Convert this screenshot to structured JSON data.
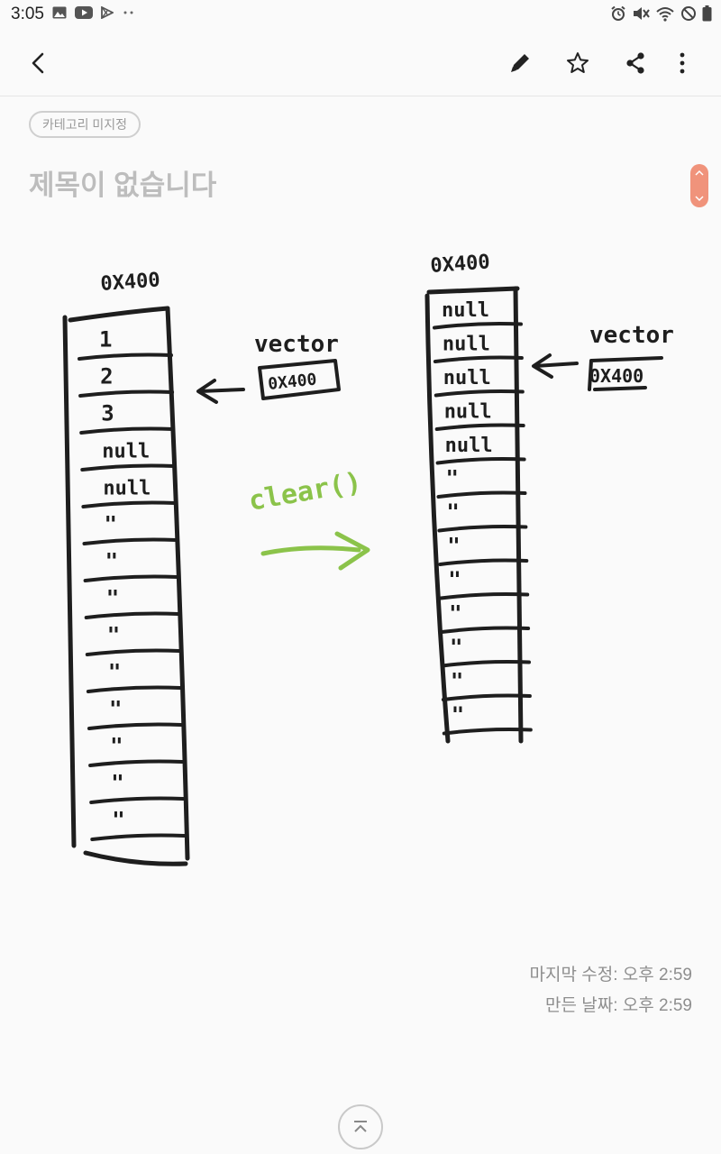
{
  "status_bar": {
    "time": "3:05",
    "left_icons": [
      "image-icon",
      "youtube-icon",
      "play-store-icon",
      "more-dots-icon"
    ],
    "right_icons": [
      "alarm-icon",
      "mute-icon",
      "wifi-icon",
      "do-not-disturb-icon",
      "battery-icon"
    ]
  },
  "toolbar": {
    "back_icon": "chevron-left-icon",
    "actions": [
      "pencil-icon",
      "star-icon",
      "share-icon",
      "more-vertical-icon"
    ]
  },
  "note": {
    "category": "카테고리 미지정",
    "title": "제목이 없습니다"
  },
  "drawing": {
    "left_array": {
      "address": "0X400",
      "cells": [
        "1",
        "2",
        "3",
        "null",
        "null",
        "\"",
        "\"",
        "\"",
        "\"",
        "\"",
        "\"",
        "\"",
        "\"",
        "\""
      ]
    },
    "left_pointer": {
      "label": "vector",
      "value": "0X400"
    },
    "operation": "clear()",
    "right_array": {
      "address": "0X400",
      "cells": [
        "null",
        "null",
        "null",
        "null",
        "null",
        "\"",
        "\"",
        "\"",
        "\"",
        "\"",
        "\"",
        "\"",
        "\""
      ]
    },
    "right_pointer": {
      "label": "vector",
      "value": "0X400"
    },
    "colors": {
      "ink": "#1e1e1e",
      "operation": "#8bc34a"
    }
  },
  "footer": {
    "modified": "마지막 수정: 오후 2:59",
    "created": "만든 날짜: 오후 2:59"
  },
  "colors": {
    "accent": "#f0937b",
    "chip_border": "#cfcfcf",
    "title": "#bdbdbd"
  }
}
